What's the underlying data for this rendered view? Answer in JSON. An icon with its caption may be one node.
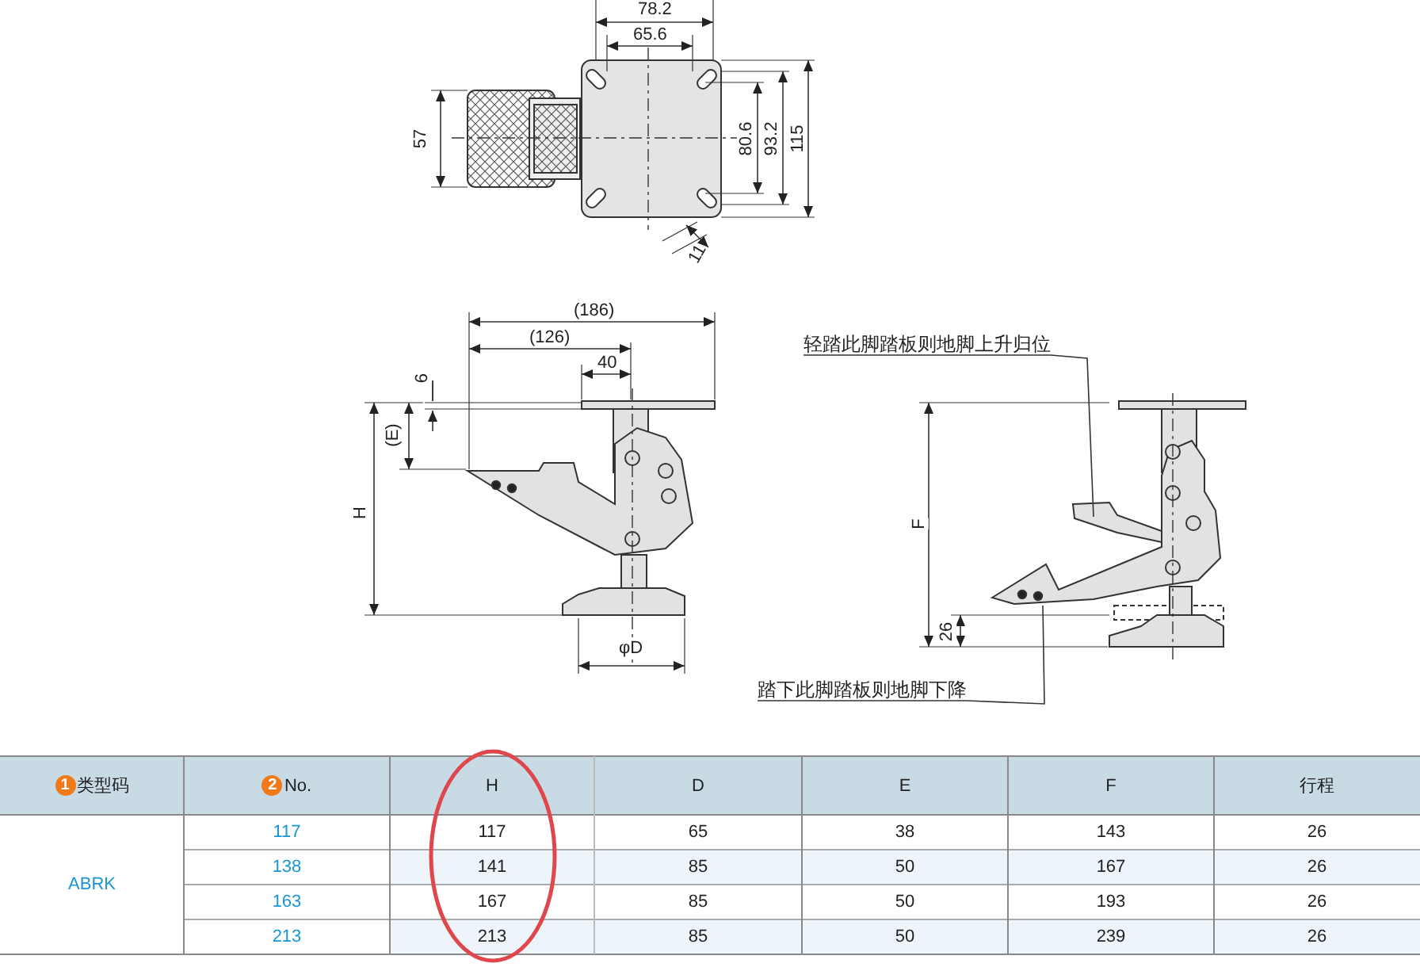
{
  "diagram": {
    "nodes": [
      {
        "text": [
          "轻踏此脚踏板则地脚上升归位"
        ]
      },
      {
        "text": [
          "踏下此脚踏板则地脚下降"
        ]
      }
    ],
    "edges": [
      {
        "from": 0,
        "to": null,
        "arrow": "none"
      },
      {
        "from": 1,
        "to": null,
        "arrow": "none"
      }
    ],
    "labels": [
      "78.2",
      "65.6",
      "57",
      "80.6",
      "93.2",
      "115",
      "11",
      "(186)",
      "(126)",
      "40",
      "6",
      "(E)",
      "H",
      "φD",
      "F",
      "26",
      "1",
      "类型码",
      "2",
      "No.",
      "H",
      "D",
      "E",
      "F",
      "行程",
      "ABRK",
      "117",
      "117",
      "65",
      "38",
      "143",
      "26",
      "138",
      "141",
      "85",
      "50",
      "167",
      "26",
      "163",
      "167",
      "85",
      "50",
      "193",
      "26",
      "213",
      "213",
      "85",
      "50",
      "239",
      "26"
    ]
  }
}
